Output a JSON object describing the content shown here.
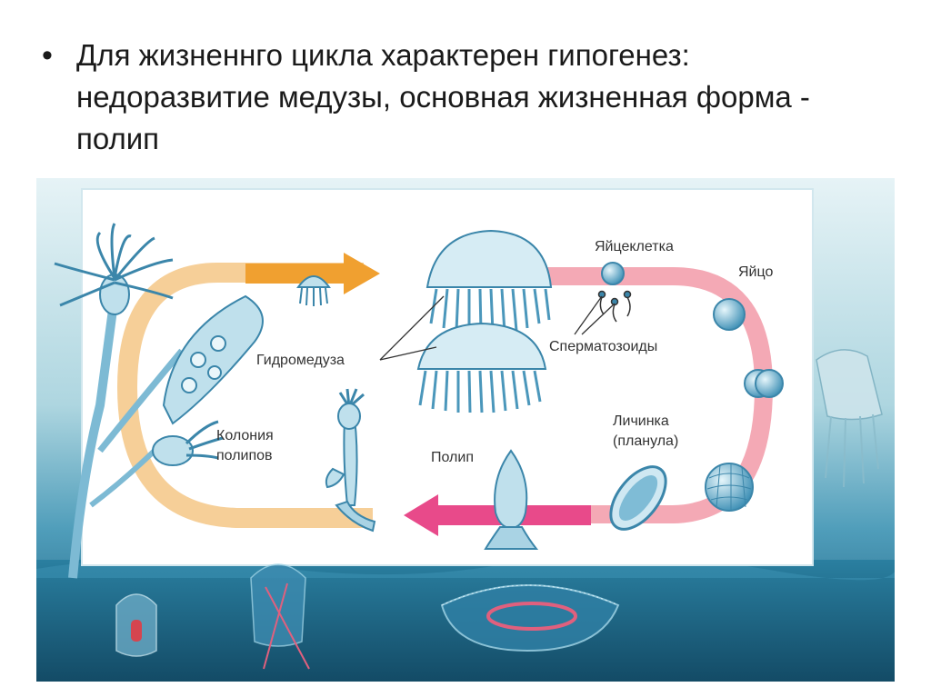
{
  "slide": {
    "bullet_symbol": "•",
    "text": "Для жизненнго цикла характерен гипогенез: недоразвитие медузы, основная жизненная форма - полип"
  },
  "diagram": {
    "labels": {
      "egg_cell": "Яйцеклетка",
      "egg": "Яйцо",
      "hydromedusa": "Гидромедуза",
      "sperm": "Сперматозоиды",
      "colony_line1": "Колония",
      "colony_line2": "полипов",
      "larva_line1": "Личинка",
      "larva_line2": "(планула)",
      "polyp": "Полип"
    },
    "colors": {
      "arrow_orange": "#f0a030",
      "arrow_pink": "#e84a8a",
      "loop_pink": "#f4a9b5",
      "organism_blue": "#5aa8cc",
      "sea_dark": "#1c5f7f",
      "sea_light": "#b9dde6"
    },
    "icons": [
      "hydroid-colony-icon",
      "medusa-icon",
      "egg-cell-icon",
      "zygote-icon",
      "cleavage-icon",
      "blastula-icon",
      "planula-icon",
      "polyp-icon",
      "sperm-icon",
      "ocean-jellyfish-icon"
    ]
  }
}
